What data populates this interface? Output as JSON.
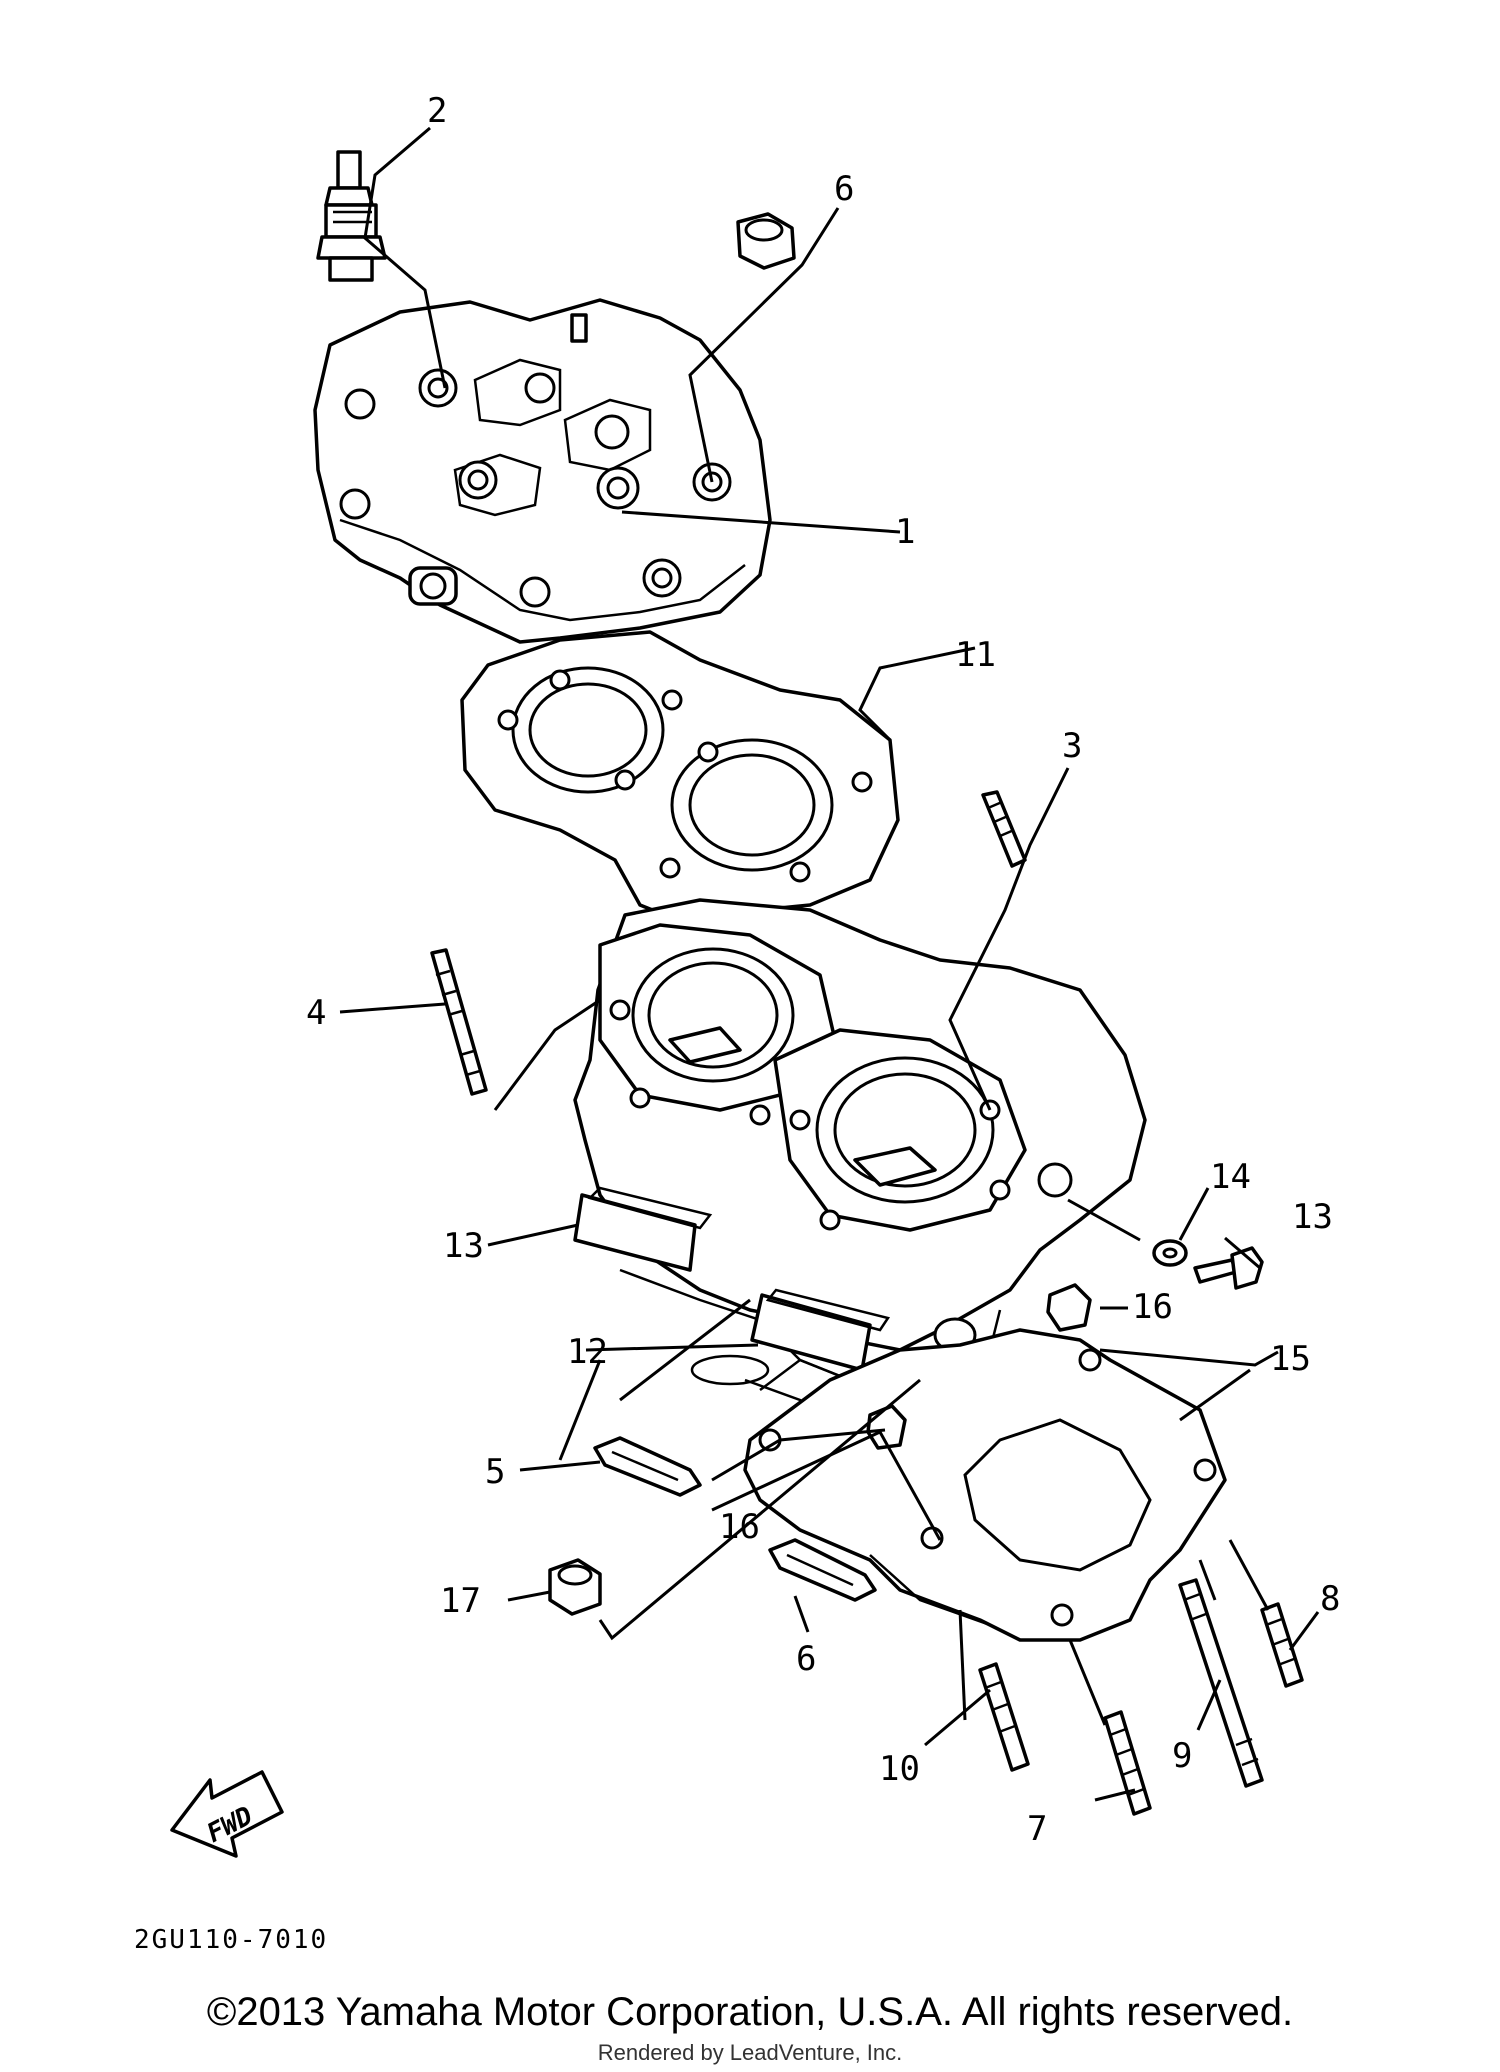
{
  "callouts": [
    "1",
    "2",
    "3",
    "4",
    "5",
    "6",
    "6",
    "7",
    "8",
    "9",
    "10",
    "11",
    "12",
    "13",
    "13",
    "14",
    "15",
    "16",
    "16",
    "17"
  ],
  "fwd_label": "FWD",
  "diagram_code": "2GU110-7010",
  "copyright": "©2013 Yamaha Motor Corporation, U.S.A. All rights reserved.",
  "rendered_by": "Rendered by LeadVenture, Inc."
}
